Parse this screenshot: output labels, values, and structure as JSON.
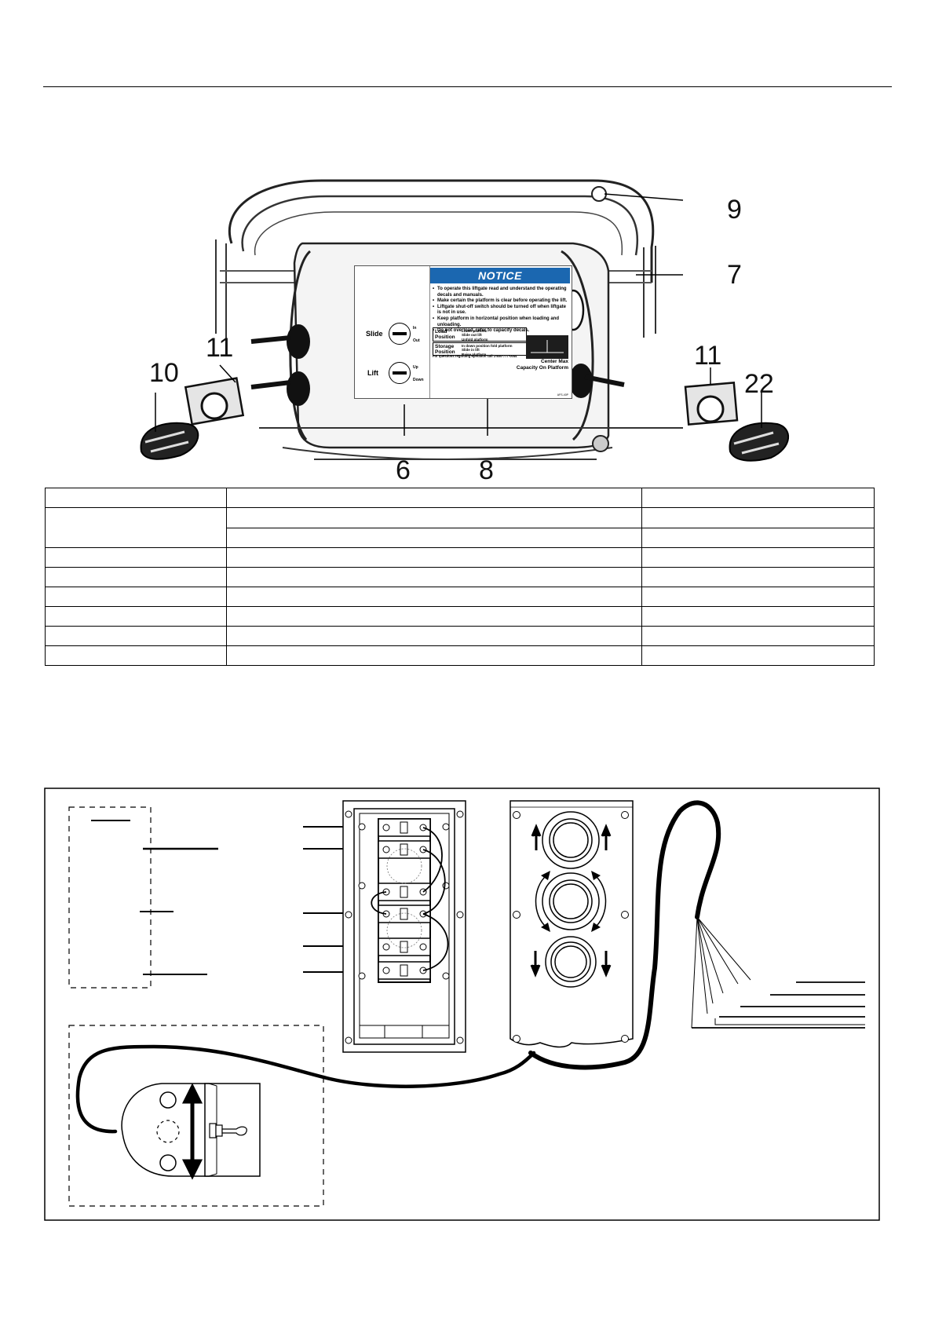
{
  "photo": {
    "callouts": [
      "9",
      "7",
      "11",
      "10",
      "11",
      "22",
      "6",
      "8"
    ]
  },
  "decal": {
    "title": "NOTICE",
    "bullets": [
      "To operate this liftgate read and understand the operating decals and manuals.",
      "Make certain the platform is clear before operating the lift.",
      "Liftgate shut-off switch should be turned off when liftgate is not in use.",
      "Keep platform in horizontal position when loading and unloading.",
      "Do not overload, refer to capacity decals."
    ],
    "slide_label": "Slide",
    "slide_in": "In",
    "slide_out": "Out",
    "lift_label": "Lift",
    "lift_up": "Up",
    "lift_down": "Down",
    "load_title": "Load\nPosition",
    "load_text": "Lower platform\nSlide out lift\nUnfold platform",
    "storage_title": "Storage\nPosition",
    "storage_text": "In down position fold platform\nSlide in lift\nRaise platform",
    "questions": "For questions regarding operation call 1-800-777-0044",
    "capacity": "Center Max\nCapacity On Platform",
    "part_code": "AFS-40P"
  },
  "colors": {
    "notice_blue": "#1b67b0"
  }
}
